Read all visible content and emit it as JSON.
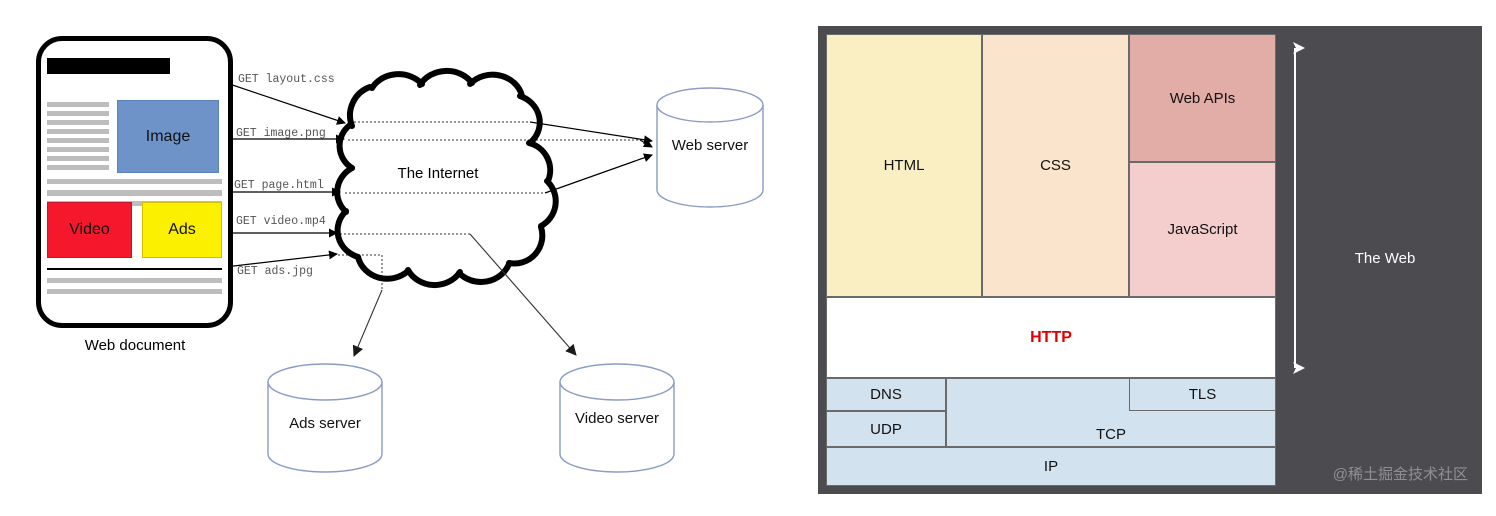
{
  "left_diagram": {
    "name": "web-resource-request-flow",
    "document": {
      "label": "Web document",
      "blocks": {
        "image": "Image",
        "video": "Video",
        "ads": "Ads"
      }
    },
    "requests": [
      {
        "label": "GET layout.css",
        "resource": "layout.css",
        "method": "GET"
      },
      {
        "label": "GET image.png",
        "resource": "image.png",
        "method": "GET"
      },
      {
        "label": "GET page.html",
        "resource": "page.html",
        "method": "GET"
      },
      {
        "label": "GET video.mp4",
        "resource": "video.mp4",
        "method": "GET"
      },
      {
        "label": "GET ads.jpg",
        "resource": "ads.jpg",
        "method": "GET"
      }
    ],
    "cloud": {
      "label": "The Internet"
    },
    "servers": [
      {
        "label": "Web server"
      },
      {
        "label": "Ads server"
      },
      {
        "label": "Video server"
      }
    ],
    "colors": {
      "image_block": "#6d93c9",
      "video_block": "#f5172c",
      "ads_block": "#faf000",
      "text_line": "#bdbdbd",
      "cylinder_stroke": "#8a9bc4",
      "get_label": "#555555"
    }
  },
  "right_diagram": {
    "name": "web-technology-stack",
    "panel_background": "#4b4b50",
    "web_label": "The Web",
    "watermark": "@稀土掘金技术社区",
    "layers": {
      "languages": [
        {
          "label": "HTML",
          "color": "#faeec3"
        },
        {
          "label": "CSS",
          "color": "#fae4cb"
        },
        {
          "label": "Web APIs",
          "color": "#e2aca7"
        },
        {
          "label": "JavaScript",
          "color": "#f4cdcd"
        }
      ],
      "application": {
        "label": "HTTP",
        "color": "#ffffff",
        "text_color": "#e00000"
      },
      "transport": [
        {
          "label": "DNS",
          "color": "#d2e2ef"
        },
        {
          "label": "UDP",
          "color": "#d2e2ef"
        },
        {
          "label": "TLS",
          "color": "#d2e2ef"
        },
        {
          "label": "TCP",
          "color": "#d2e2ef"
        }
      ],
      "network": {
        "label": "IP",
        "color": "#d2e2ef"
      }
    }
  }
}
